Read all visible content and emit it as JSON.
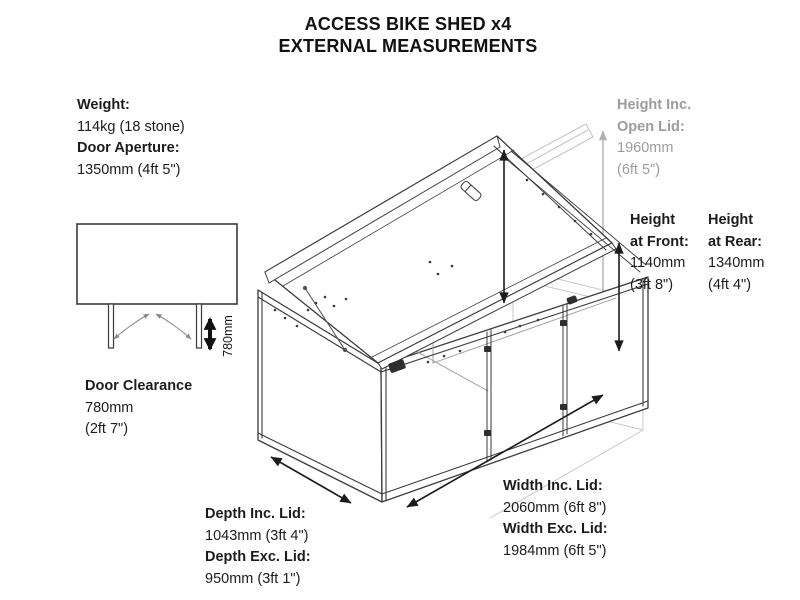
{
  "title": {
    "line1": "ACCESS BIKE SHED x4",
    "line2": "EXTERNAL MEASUREMENTS"
  },
  "specs_top_left": {
    "weight_heading": "Weight:",
    "weight_value": "114kg (18 stone)",
    "aperture_heading": "Door Aperture:",
    "aperture_value": "1350mm (4ft 5\")"
  },
  "height_inc_open_lid": {
    "heading_line1": "Height Inc.",
    "heading_line2": "Open Lid:",
    "value_line1": "1960mm",
    "value_line2": "(6ft 5\")"
  },
  "height_at_front": {
    "heading_line1": "Height",
    "heading_line2": "at Front:",
    "value_line1": "1140mm",
    "value_line2": "(3ft 8\")"
  },
  "height_at_rear": {
    "heading_line1": "Height",
    "heading_line2": "at Rear:",
    "value_line1": "1340mm",
    "value_line2": "(4ft 4\")"
  },
  "door_clearance": {
    "heading": "Door Clearance",
    "value_line1": "780mm",
    "value_line2": "(2ft 7\")",
    "arrow_label": "780mm"
  },
  "depth": {
    "inc_heading": "Depth Inc. Lid:",
    "inc_value": "1043mm (3ft 4\")",
    "exc_heading": "Depth Exc. Lid:",
    "exc_value": "950mm (3ft 1\")"
  },
  "width": {
    "inc_heading": "Width Inc. Lid:",
    "inc_value": "2060mm (6ft 8\")",
    "exc_heading": "Width Exc. Lid:",
    "exc_value": "1984mm (6ft 5\")"
  },
  "colors": {
    "ink": "#1c1c1c",
    "drawing_line": "#3b3b3b",
    "detail_line": "#8a8a8a",
    "ghost_line": "#c6c6c6",
    "gray_label": "#9c9c9c",
    "background": "#ffffff"
  }
}
